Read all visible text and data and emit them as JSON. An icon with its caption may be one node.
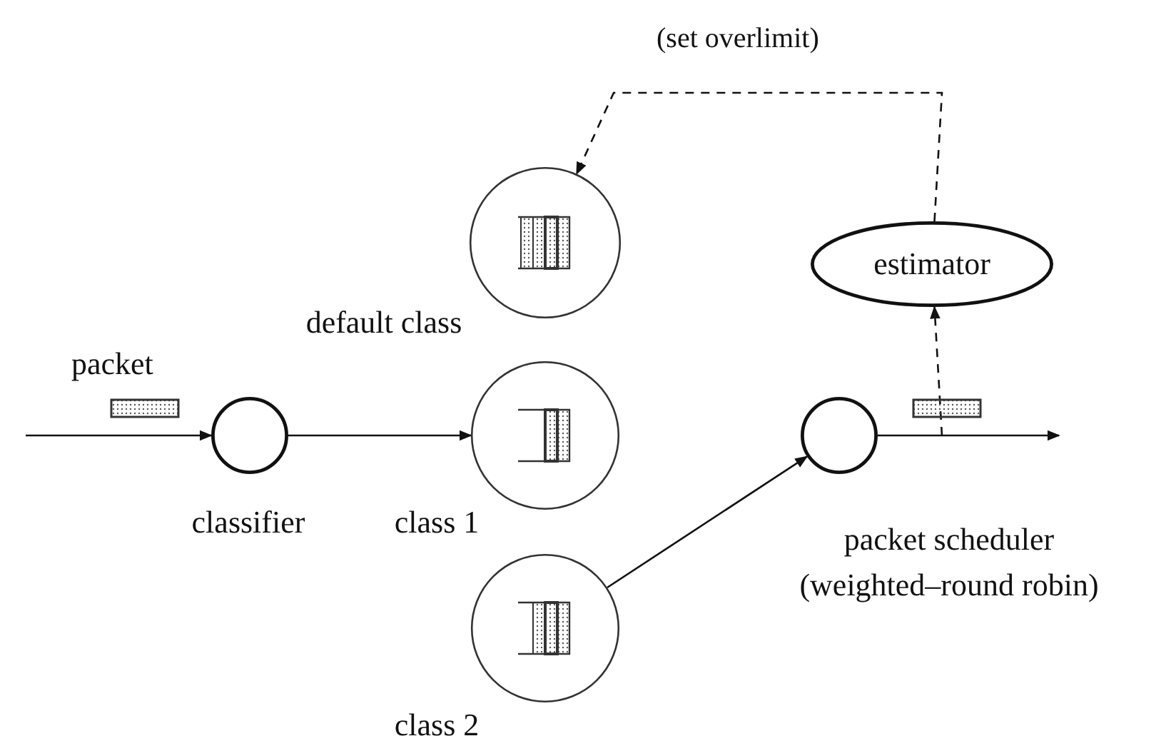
{
  "diagram": {
    "nodes": [
      {
        "text": [
          "classifier"
        ]
      },
      {
        "text": [
          "default class"
        ]
      },
      {
        "text": [
          "class 1"
        ]
      },
      {
        "text": [
          "class 2"
        ]
      },
      {
        "text": [
          "packet scheduler (weighted–round robin)"
        ]
      },
      {
        "text": [
          "estimator"
        ]
      }
    ],
    "edges": [
      {
        "from": null,
        "to": 0,
        "arrow": "to"
      },
      {
        "from": 0,
        "to": 2,
        "arrow": "to"
      },
      {
        "from": 3,
        "to": 4,
        "arrow": "to"
      },
      {
        "from": 4,
        "to": null,
        "arrow": "to"
      },
      {
        "from": null,
        "to": 5,
        "arrow": "to",
        "style": "dashed"
      },
      {
        "from": 5,
        "to": 1,
        "arrow": "to",
        "style": "dashed",
        "label": "(set overlimit)"
      }
    ],
    "labels": [
      "packet"
    ]
  }
}
